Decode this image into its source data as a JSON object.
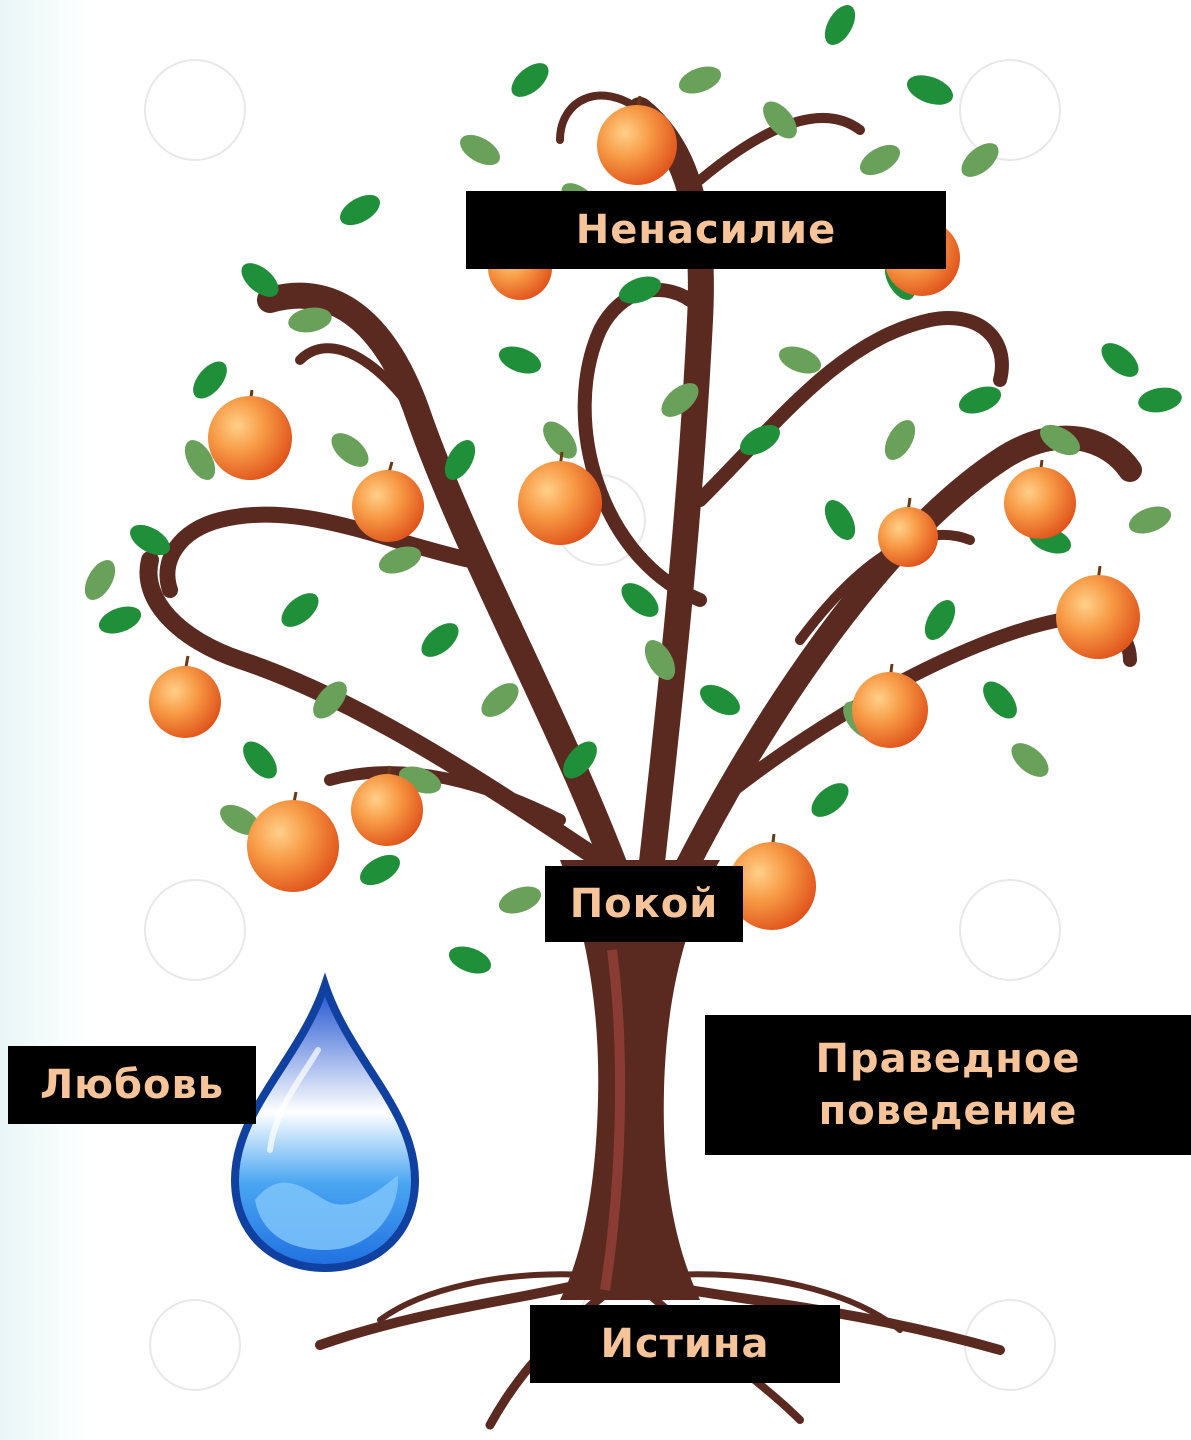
{
  "labels": {
    "top": "Ненасилие",
    "peace": "Покой",
    "love": "Любовь",
    "right_line1": "Праведное",
    "right_line2": "поведение",
    "bottom": "Истина"
  },
  "colors": {
    "label_bg": "#000000",
    "label_text": "#f7c49a",
    "trunk": "#5a2a20",
    "leaf_dark": "#1f8f3a",
    "leaf_light": "#6aa15a",
    "apple": "#f07c2a",
    "water": "#2a7fe0"
  },
  "icons": [
    "apple-tree-illustration",
    "water-drop-icon"
  ]
}
